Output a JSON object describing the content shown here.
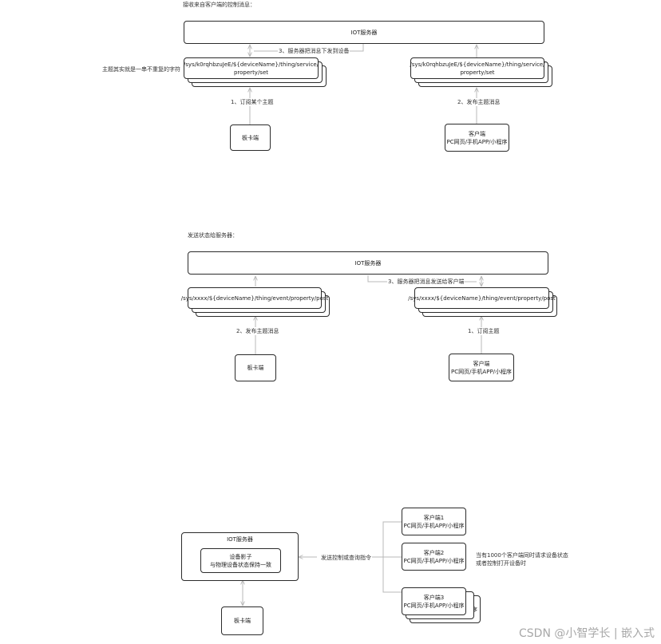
{
  "section1": {
    "title": "接收来自客户端的控制消息：",
    "server_label": "IOT服务器",
    "arrow_dispatch": "3、服务器把消息下发到设备",
    "side_note": "主题其实就是一串不重复的字符",
    "topic_left": "/sys/k0rqhbzuJeE/${deviceName}/thing/service/\nproperty/set",
    "topic_right": "/sys/k0rqhbzuJeE/${deviceName}/thing/service/\nproperty/set",
    "label_subscribe": "1、订阅某个主题",
    "label_publish": "2、发布主题消息",
    "board": "板卡端",
    "client": "客户端\nPC网页/手机APP/小程序"
  },
  "section2": {
    "title": "发送状态给服务器：",
    "server_label": "IOT服务器",
    "arrow_dispatch": "3、服务器把消息发送给客户端",
    "topic_left": "/sys/xxxx/${deviceName}/thing/event/property/post",
    "topic_right": "/sys/xxxx/${deviceName}/thing/event/property/post",
    "label_publish": "2、发布主题消息",
    "label_subscribe": "1、订阅主题",
    "board": "板卡端",
    "client": "客户端\nPC网页/手机APP/小程序"
  },
  "section3": {
    "server_label": "IOT服务器",
    "shadow": "设备影子\n与物理设备状态保持一致",
    "command_label": "发送控制或查询指令",
    "client1": "客户端1\nPC网页/手机APP/小程序",
    "client2": "客户端2\nPC网页/手机APP/小程序",
    "client3": "客户端3\nPC网页/手机APP/小程序",
    "client3_peek": "序",
    "note": "当有1000个客户端同时请求设备状态\n或者控制打开设备时",
    "board": "板卡端"
  },
  "watermark": "CSDN @小智学长 | 嵌入式",
  "colors": {
    "line": "#b8b8b8",
    "border": "#2b2b2b"
  }
}
